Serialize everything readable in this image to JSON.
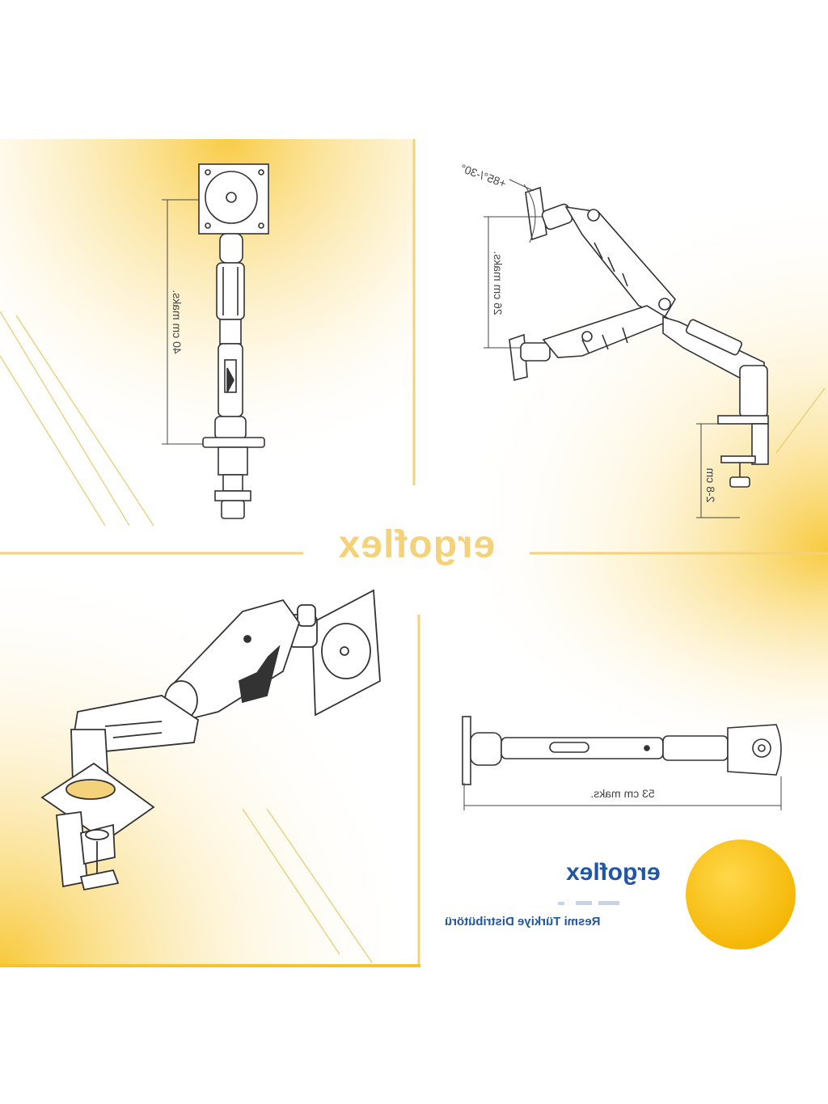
{
  "brand": {
    "center_logo": "ergoflex",
    "corner_logo": "ergoflex",
    "tagline": "Resmi Türkiye Distribütörü"
  },
  "dimensions": {
    "height_max": "40 cm maks.",
    "reach_max": "53 cm maks.",
    "arm_height_max": "26 cm maks.",
    "desk_thickness": "2-8 cm",
    "tilt_range": "+85°/-30°"
  },
  "colors": {
    "accent_yellow": "#f7c325",
    "brand_blue": "#1f56a8",
    "line_art": "#333333",
    "panel_frame": "#f3d27a"
  }
}
